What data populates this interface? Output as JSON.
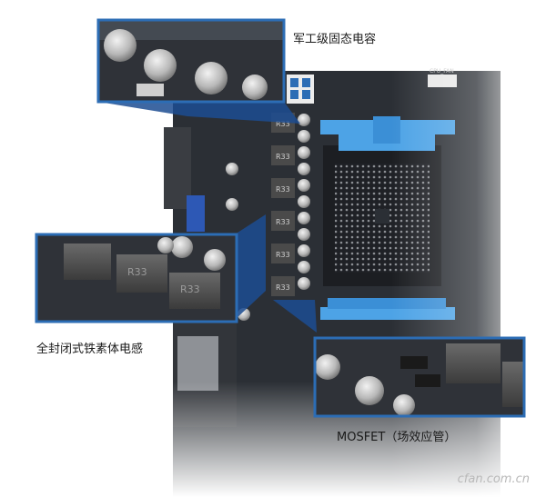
{
  "callouts": {
    "capacitors": "军工级固态电容",
    "chokes": "全封闭式铁素体电感",
    "mosfet": "MOSFET（场效应管）"
  },
  "board_marks": {
    "inductor_code": "R33",
    "fan_header": "CPU_FAN"
  },
  "watermark": "cfan.com.cn",
  "colors": {
    "pcb": "#2b2f35",
    "socket_clip": "#4da3e6",
    "callout_frame": "#2c6db5",
    "callout_fill": "#1c4c92"
  }
}
